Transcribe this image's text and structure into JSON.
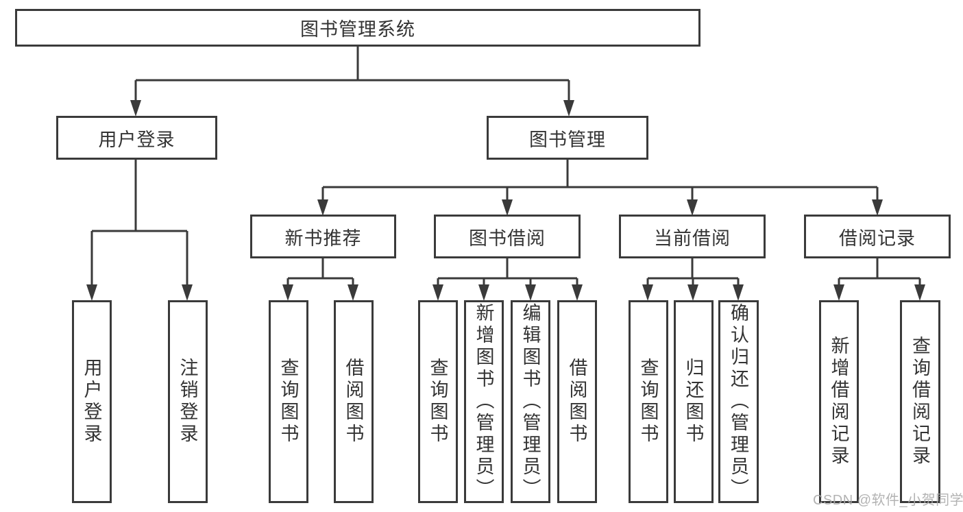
{
  "tree": {
    "root": "图书管理系统",
    "user_login": {
      "label": "用户登录",
      "leaves": [
        "用户登录",
        "注销登录"
      ]
    },
    "book_management": {
      "label": "图书管理",
      "sections": [
        {
          "label": "新书推荐",
          "leaves": [
            "查询图书",
            "借阅图书"
          ]
        },
        {
          "label": "图书借阅",
          "leaves": [
            "查询图书",
            "新增图书（管理员）",
            "编辑图书（管理员）",
            "借阅图书"
          ]
        },
        {
          "label": "当前借阅",
          "leaves": [
            "查询图书",
            "归还图书",
            "确认归还（管理员）"
          ]
        },
        {
          "label": "借阅记录",
          "leaves": [
            "新增借阅记录",
            "查询借阅记录"
          ]
        }
      ]
    }
  },
  "watermark": "CSDN @软件_小贺同学",
  "colors": {
    "line": "#3a3a3a",
    "text": "#333333",
    "watermark": "#ababab",
    "background": "#ffffff"
  }
}
